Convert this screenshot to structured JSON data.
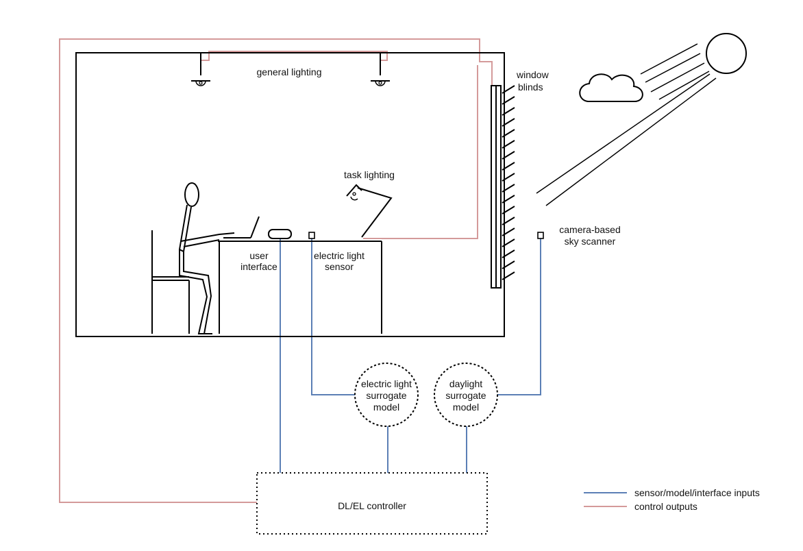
{
  "labels": {
    "general_lighting": "general lighting",
    "window_blinds_1": "window",
    "window_blinds_2": "blinds",
    "task_lighting": "task lighting",
    "user_interface_1": "user",
    "user_interface_2": "interface",
    "electric_light_sensor_1": "electric light",
    "electric_light_sensor_2": "sensor",
    "sky_scanner_1": "camera-based",
    "sky_scanner_2": "sky scanner",
    "el_model_1": "electric light",
    "el_model_2": "surrogate",
    "el_model_3": "model",
    "dl_model_1": "daylight",
    "dl_model_2": "surrogate",
    "dl_model_3": "model",
    "controller": "DL/EL controller"
  },
  "legend": {
    "inputs": "sensor/model/interface inputs",
    "outputs": "control outputs"
  },
  "colors": {
    "input_line": "#5b7fb5",
    "output_line": "#d49a9a",
    "outline": "#000000"
  }
}
